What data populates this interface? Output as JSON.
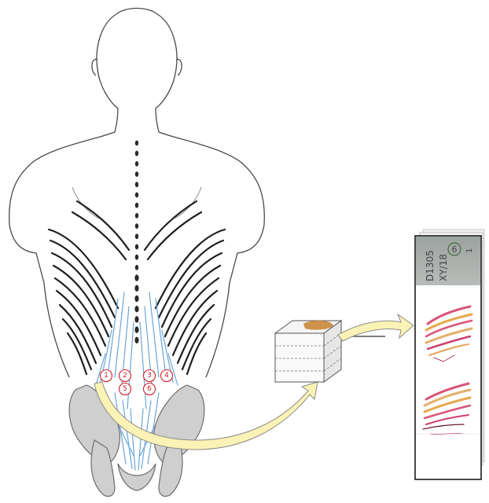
{
  "sampling_sites": [
    "1",
    "2",
    "3",
    "4",
    "5",
    "6"
  ],
  "slide": {
    "label_line1": "D1305",
    "label_line2": "XY/18",
    "circled_number": "6",
    "corner_mark": "1"
  },
  "colors": {
    "outline": "#4a4a4a",
    "muscle_dark": "#1f1f1f",
    "fascia_blue": "#6aa6d8",
    "pelvis_gray": "#cfcfcf",
    "site_marker": "#d0202a",
    "arrow_fill": "#fbf3b5",
    "arrow_stroke": "#8a8a8a",
    "tissue_block": "#c9873a",
    "tissue_stain": "#d9557a"
  }
}
